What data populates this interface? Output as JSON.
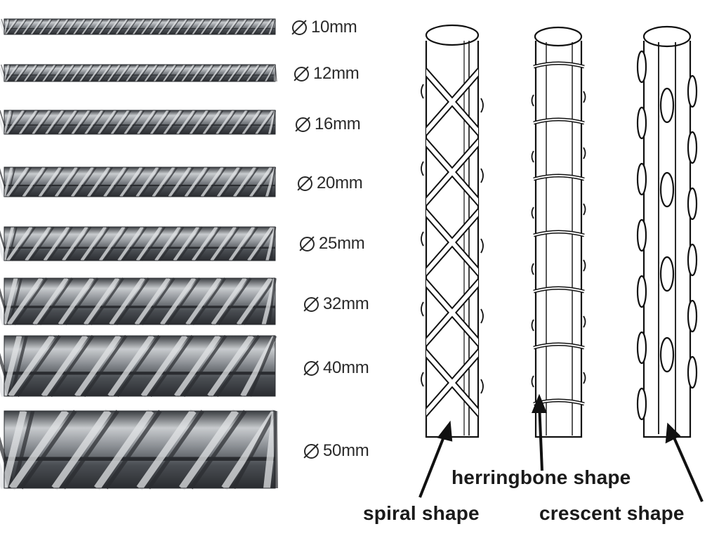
{
  "rebar_sizes": [
    {
      "label": "10mm"
    },
    {
      "label": "12mm"
    },
    {
      "label": "16mm"
    },
    {
      "label": "20mm"
    },
    {
      "label": "25mm"
    },
    {
      "label": "32mm"
    },
    {
      "label": "40mm"
    },
    {
      "label": "50mm"
    }
  ],
  "rib_shapes": {
    "spiral": "spiral shape",
    "herringbone": "herringbone shape",
    "crescent": "crescent shape"
  },
  "colors": {
    "bar_dark": "#2f3236",
    "bar_mid": "#7c8186",
    "bar_light": "#c8cbce",
    "line": "#111111"
  }
}
